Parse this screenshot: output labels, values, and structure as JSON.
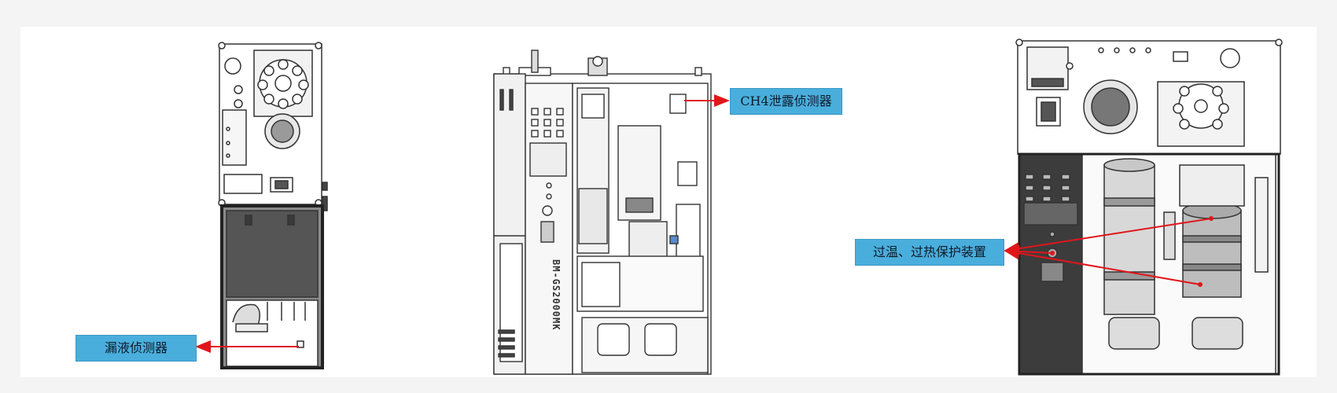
{
  "callouts": {
    "leak_detector": "漏液侦测器",
    "ch4_leak_detector": "CH4泄露侦测器",
    "overtemp_protection": "过温、过热保护装置"
  },
  "machine_label": "BM-GS2000MK",
  "colors": {
    "callout_bg": "#4aaedc",
    "arrow": "#e0161b",
    "line_art": "#333333",
    "dark_panel": "#3c3c3c"
  }
}
